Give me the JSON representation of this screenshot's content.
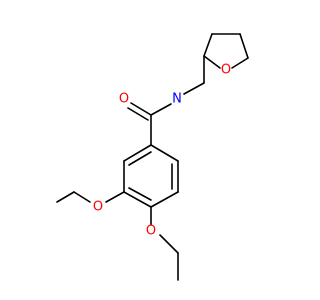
{
  "molecule": {
    "atoms": {
      "carbonyl_o": {
        "symbol": "O",
        "color": "#ff0000"
      },
      "amide_n": {
        "symbol": "N",
        "color": "#0000ff"
      },
      "ring_o": {
        "symbol": "O",
        "color": "#ff0000"
      },
      "ether_o1": {
        "symbol": "O",
        "color": "#ff0000"
      },
      "ether_o2": {
        "symbol": "O",
        "color": "#ff0000"
      }
    },
    "bond_color": "#000000"
  }
}
